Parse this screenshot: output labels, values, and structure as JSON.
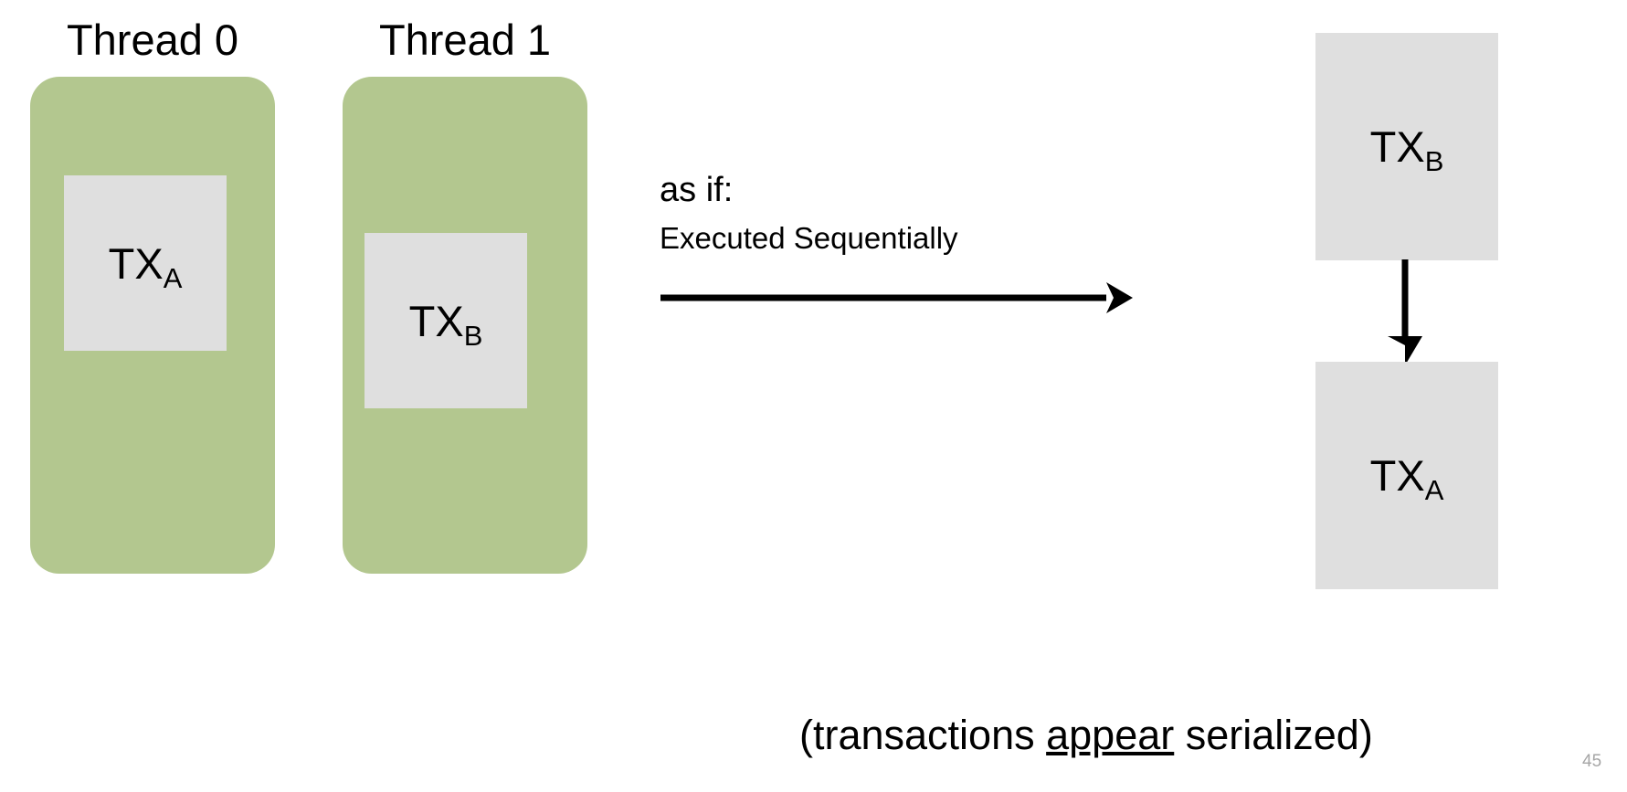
{
  "slide": {
    "background_color": "#ffffff",
    "number": "45"
  },
  "colors": {
    "thread_green": "#b3c78f",
    "tx_grey": "#dfdfdf",
    "text_black": "#000000",
    "slide_number_grey": "#a6a6a6"
  },
  "threads": [
    {
      "label": "Thread 0",
      "transaction": {
        "name": "TX",
        "subscript": "A"
      }
    },
    {
      "label": "Thread 1",
      "transaction": {
        "name": "TX",
        "subscript": "B"
      }
    }
  ],
  "annotation": {
    "line1": "as if:",
    "line2": "Executed Sequentially"
  },
  "serial_order": [
    {
      "name": "TX",
      "subscript": "B"
    },
    {
      "name": "TX",
      "subscript": "A"
    }
  ],
  "caption": {
    "prefix": "(transactions ",
    "emphasis": "appear",
    "suffix": " serialized)"
  },
  "icons": {
    "horizontal_arrow": "arrow-right-icon",
    "vertical_arrow": "arrow-down-icon"
  }
}
